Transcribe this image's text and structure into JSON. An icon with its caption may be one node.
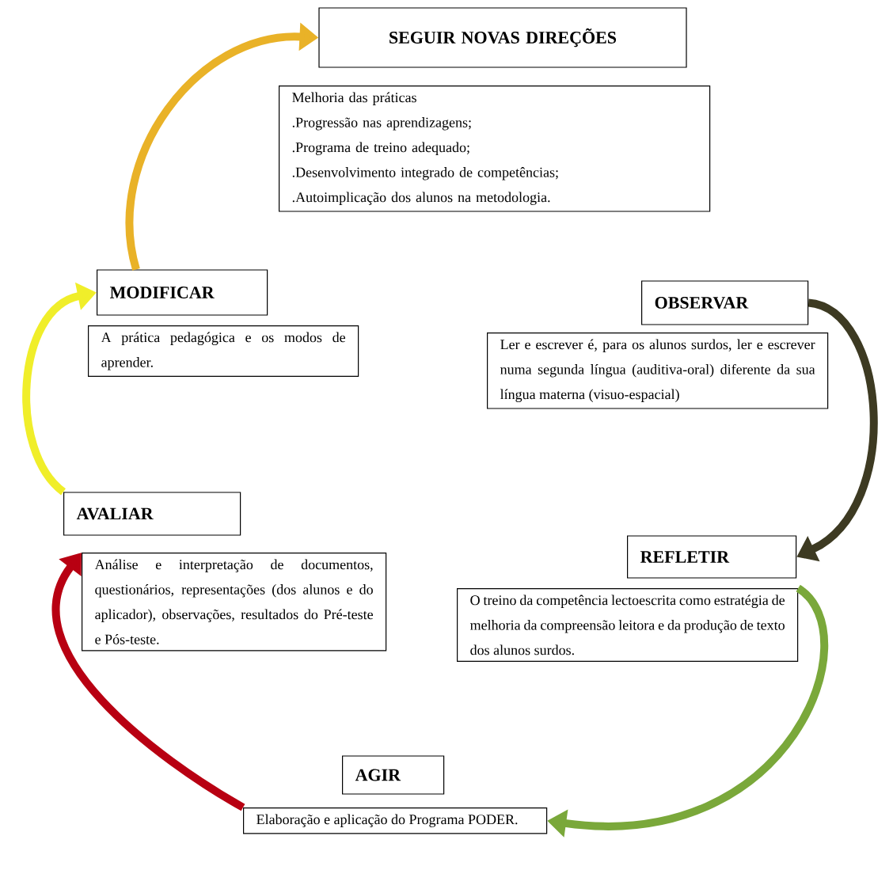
{
  "diagram": {
    "nodes": [
      {
        "text": [
          "SEGUIR NOVAS DIREÇÕES"
        ]
      },
      {
        "text": [
          "Melhoria das práticas",
          ".Progressão nas aprendizagens;",
          ".Programa de treino adequado;",
          ".Desenvolvimento integrado de competências;",
          ".Autoimplicação dos alunos na metodologia."
        ]
      },
      {
        "text": [
          "MODIFICAR"
        ]
      },
      {
        "text": [
          "A prática pedagógica e os modos de aprender."
        ]
      },
      {
        "text": [
          "OBSERVAR"
        ]
      },
      {
        "text": [
          "Ler e escrever é, para os alunos surdos, ler e escrever numa segunda língua (auditiva-oral) diferente da sua língua materna (visuo-espacial)"
        ]
      },
      {
        "text": [
          "AVALIAR"
        ]
      },
      {
        "text": [
          "Análise e interpretação de documentos, questionários, representações (dos alunos e do aplicador), observações, resultados do Pré-teste e Pós-teste."
        ]
      },
      {
        "text": [
          "REFLETIR"
        ]
      },
      {
        "text": [
          "O treino da competência lectoescrita como estratégia de melhoria da compreensão leitora e da produção de texto dos alunos surdos."
        ]
      },
      {
        "text": [
          "AGIR"
        ]
      },
      {
        "text": [
          "Elaboração e aplicação do Programa PODER."
        ]
      }
    ],
    "edges": [
      {
        "from": 4,
        "to": 8,
        "arrow": "to",
        "color": "#3d3a22"
      },
      {
        "from": 9,
        "to": 11,
        "arrow": "to",
        "color": "#7aa83a"
      },
      {
        "from": 11,
        "to": 7,
        "arrow": "to",
        "color": "#b80012"
      },
      {
        "from": 6,
        "to": 2,
        "arrow": "to",
        "color": "#f0ee2a"
      },
      {
        "from": 2,
        "to": 0,
        "arrow": "to",
        "color": "#e9b228"
      }
    ]
  }
}
